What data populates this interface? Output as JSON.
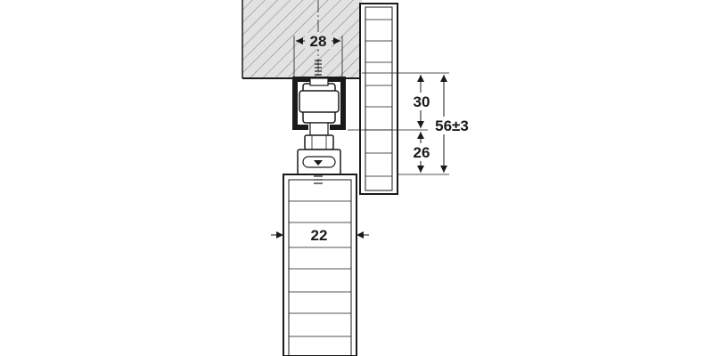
{
  "drawing": {
    "colors": {
      "line": "#1a1a1a",
      "ceiling_fill": "#e2e2e2",
      "hatch": "#8c8c8c",
      "track_fill": "#1a1a1a",
      "panel_fill": "#ffffff"
    },
    "dimensions": {
      "track_width": "28",
      "upper_height": "30",
      "lower_height": "26",
      "total_height": "56±3",
      "door_thickness": "22"
    }
  }
}
